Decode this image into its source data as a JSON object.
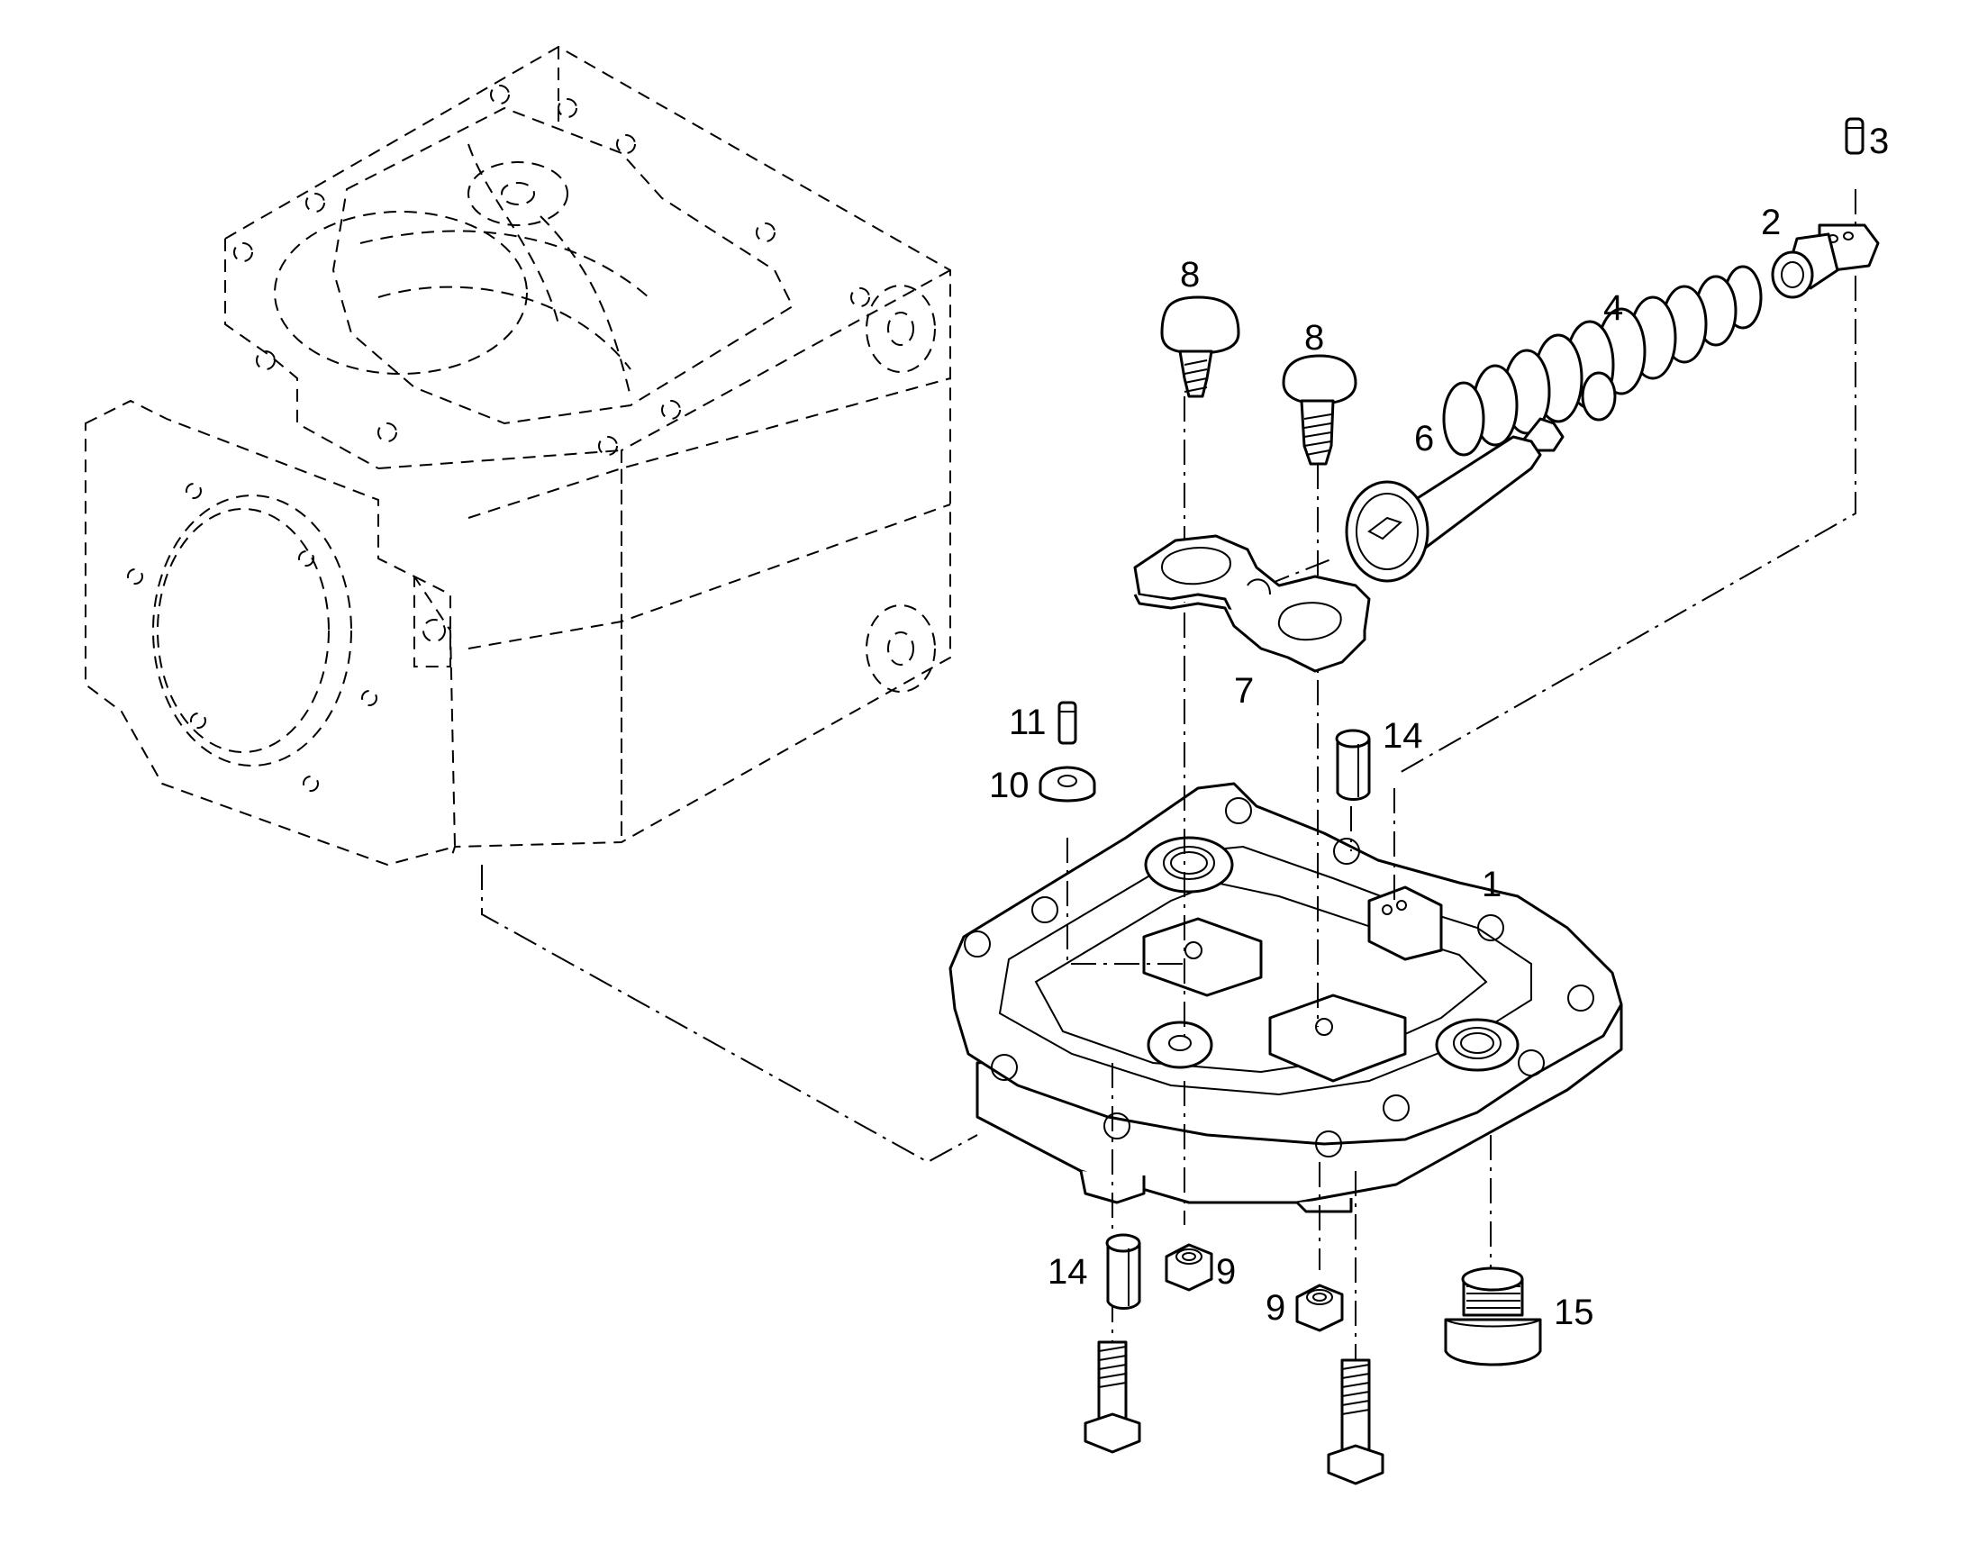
{
  "callouts": {
    "c1": "1",
    "c2": "2",
    "c3": "3",
    "c4": "4",
    "c6": "6",
    "c7": "7",
    "c8a": "8",
    "c8b": "8",
    "c9a": "9",
    "c9b": "9",
    "c10": "10",
    "c11": "11",
    "c14a": "14",
    "c14b": "14",
    "c15": "15"
  },
  "colors": {
    "line": "#000000",
    "background": "#ffffff"
  }
}
